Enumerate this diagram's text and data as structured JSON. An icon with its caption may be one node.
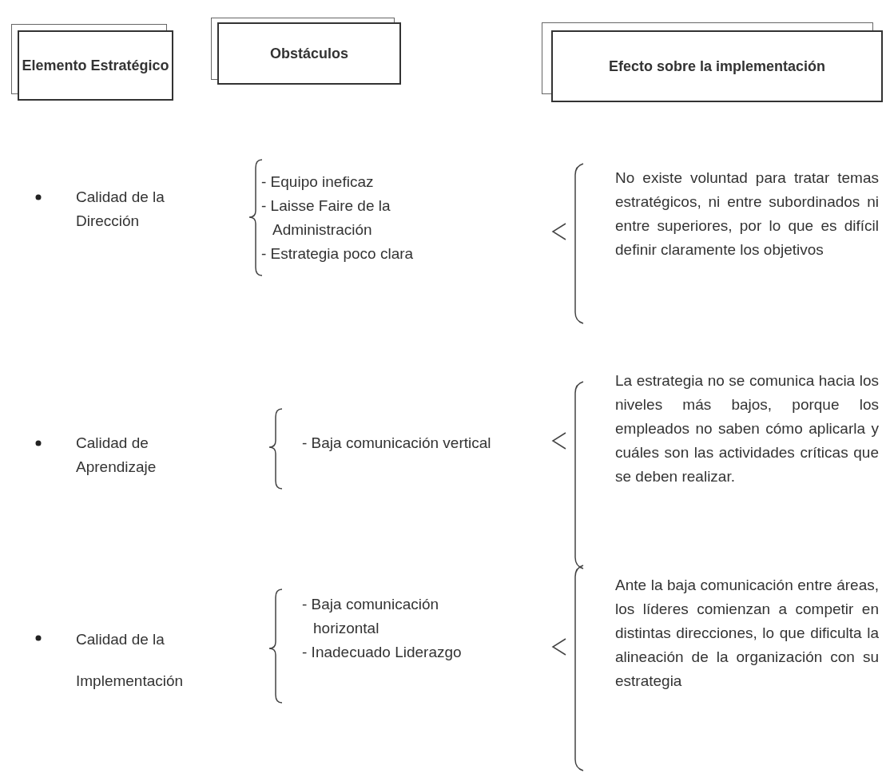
{
  "diagram": {
    "nodes": [
      {
        "text": [
          "Elemento Estratégico"
        ]
      },
      {
        "text": [
          "Obstáculos"
        ]
      },
      {
        "text": [
          "Efecto sobre la implementación"
        ]
      }
    ],
    "labels": [
      "Calidad de la Dirección",
      "- Equipo ineficaz",
      "- Laisse Faire de la Administración",
      "- Estrategia poco clara",
      "No existe voluntad para tratar temas estratégicos, ni entre subordinados ni entre superiores, por lo que es difícil definir claramente los objetivos",
      "Calidad de Aprendizaje",
      "- Baja comunicación vertical",
      "La estrategia no se comunica hacia los niveles más bajos, porque los empleados no saben cómo aplicarla y cuáles son las actividades críticas que se deben realizar.",
      "Calidad de la Implementación",
      "- Baja comunicación horizontal",
      "- Inadecuado Liderazgo",
      "Ante la baja comunicación entre áreas, los líderes comienzan a competir en distintas direcciones, lo que dificulta la alineación de la organización con su estrategia"
    ]
  }
}
